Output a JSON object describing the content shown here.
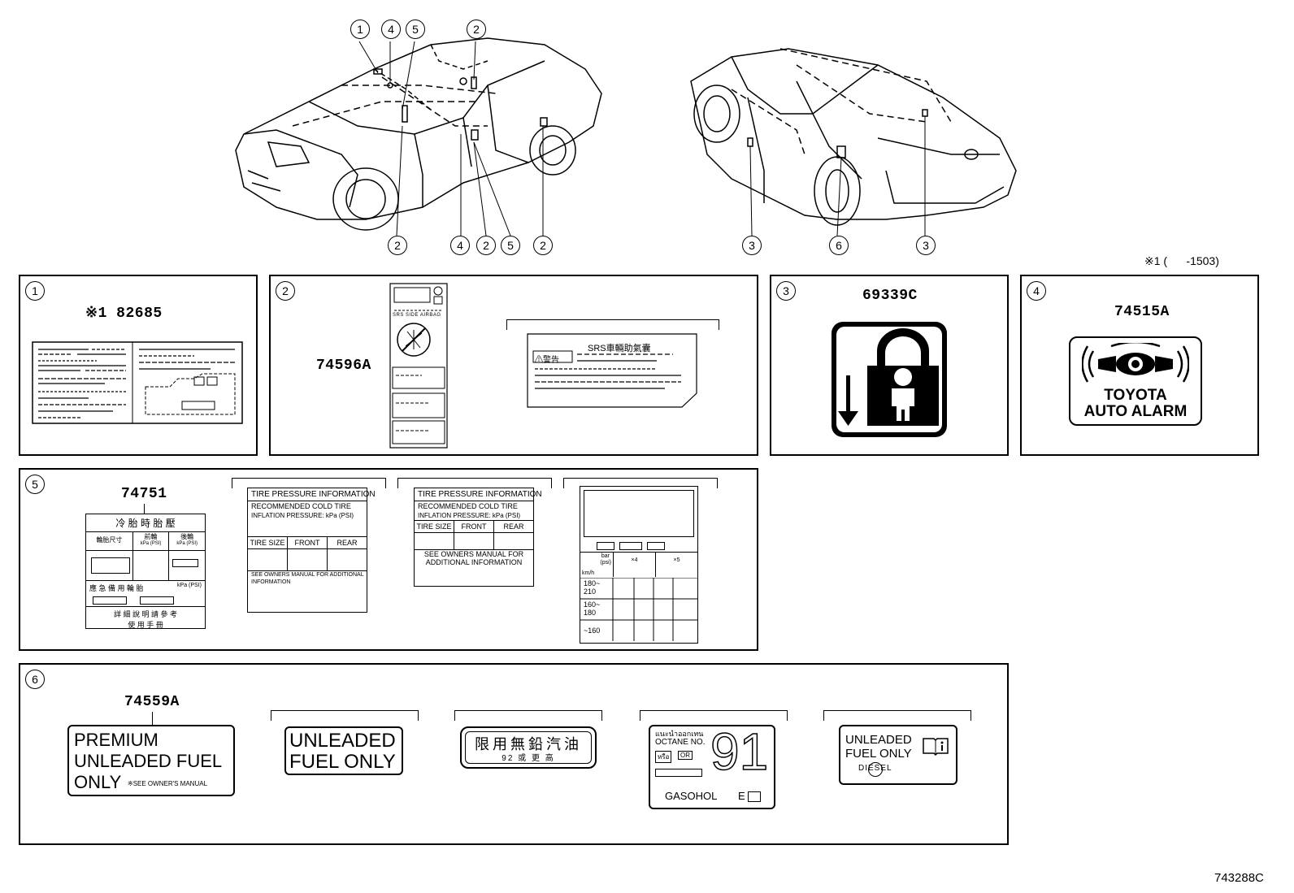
{
  "header": {
    "footnote": "※1 (      -1503)",
    "figure_code": "743288C"
  },
  "callouts": {
    "front_car": [
      "1",
      "4",
      "5",
      "2",
      "2",
      "4",
      "2",
      "5",
      "2"
    ],
    "rear_car": [
      "3",
      "6",
      "3"
    ]
  },
  "panels": [
    {
      "num": "1",
      "part": "※1 82685"
    },
    {
      "num": "2",
      "part": "74596A",
      "srs_text": "SRS車輛助氣囊",
      "warn_text": "⚠警告",
      "airbag_caption": "SRS SIDE AIRBAG"
    },
    {
      "num": "3",
      "part": "69339C"
    },
    {
      "num": "4",
      "part": "74515A",
      "line1": "TOYOTA",
      "line2": "AUTO ALARM"
    },
    {
      "num": "5",
      "part": "74751"
    },
    {
      "num": "6",
      "part": "74559A"
    }
  ],
  "tire_labels": {
    "cn": {
      "title": "冷 胎 時 胎 壓",
      "col1": "輪胎尺寸",
      "col2": "前輪",
      "col3": "後輪",
      "unit": "kPa (PSI)",
      "spare": "應 急 備 用 輪 胎",
      "spare_unit": "kPa (PSI)",
      "foot1": "詳 細 說 明 請 參 考",
      "foot2": "使 用 手 冊"
    },
    "en1": {
      "title": "TIRE PRESSURE INFORMATION",
      "line1": "RECOMMENDED COLD TIRE",
      "line2": "INFLATION PRESSURE: kPa (PSI)",
      "c1": "TIRE SIZE",
      "c2": "FRONT",
      "c3": "REAR",
      "foot1": "SEE OWNERS MANUAL FOR ADDITIONAL",
      "foot2": "INFORMATION"
    },
    "en2": {
      "title": "TIRE PRESSURE INFORMATION",
      "line1": "RECOMMENDED COLD TIRE",
      "line2": "INFLATION PRESSURE: kPa (PSI)",
      "c1": "TIRE SIZE",
      "c2": "FRONT",
      "c3": "REAR",
      "foot1": "SEE OWNERS MANUAL FOR",
      "foot2": "ADDITIONAL INFORMATION"
    },
    "grid": {
      "unit1": "bar",
      "unit2": "(psi)",
      "unit3": "km/h",
      "load1": "×4",
      "load2": "×5",
      "rows": [
        "180~\n210",
        "160~\n180",
        "~160"
      ]
    }
  },
  "fuel_labels": {
    "premium": {
      "l1": "PREMIUM",
      "l2": "UNLEADED FUEL",
      "l3": "ONLY",
      "note": "※SEE OWNER'S MANUAL"
    },
    "unleaded": {
      "l1": "UNLEADED",
      "l2": "FUEL ONLY"
    },
    "chinese": {
      "l1": "限用無鉛汽油",
      "l2": "92 或 更 高"
    },
    "thai": {
      "t1": "แนะนำออกเทน",
      "t2": "OCTANE NO.",
      "b1": "หรือ",
      "b2": "OR",
      "num": "91",
      "gas": "GASOHOL",
      "e": "E"
    },
    "diesel": {
      "l1": "UNLEADED",
      "l2": "FUEL ONLY",
      "l3": "DIESEL"
    }
  }
}
